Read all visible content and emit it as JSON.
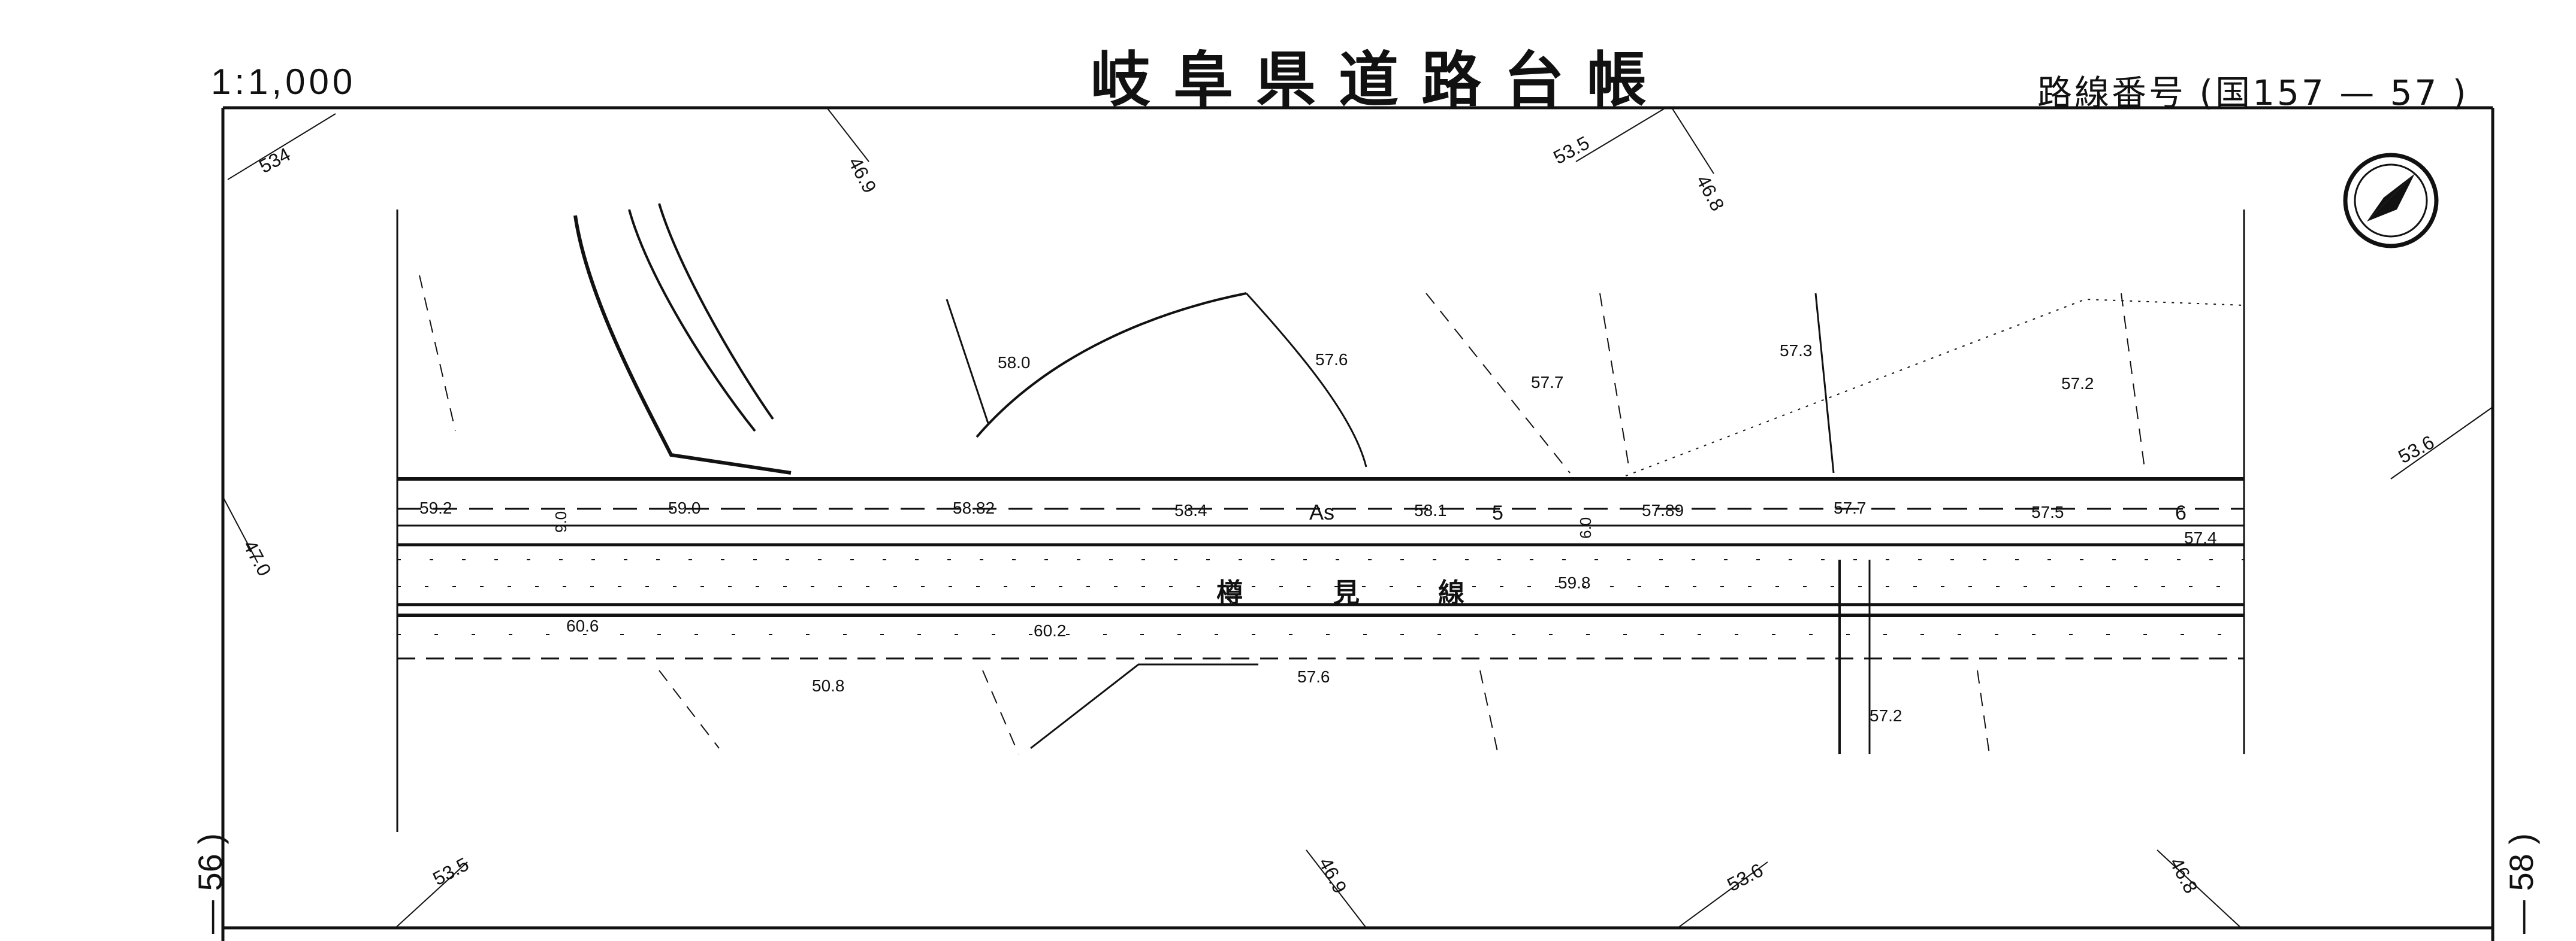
{
  "header": {
    "scale": "1:1,000",
    "title": "岐阜県道路台帳",
    "route_number": "路線番号 (国157 — 57 )"
  },
  "sheet_numbers": {
    "left": "— 56 )",
    "right": "— 58 )"
  },
  "road_name": [
    "樽",
    "見",
    "線"
  ],
  "surface_label": "As",
  "north_arrow": "north-arrow-icon",
  "contour_labels": [
    "534",
    "46.9",
    "53.5",
    "46.8",
    "47.0",
    "53.6",
    "53.5",
    "46.9",
    "53.6",
    "46.8"
  ],
  "elevations": [
    "58.0",
    "57.6",
    "57.7",
    "57.3",
    "57.2",
    "59.2",
    "59.0",
    "58.82",
    "58.4",
    "58.1",
    "57.89",
    "57.7",
    "57.5",
    "57.4",
    "59.8",
    "60.6",
    "60.2",
    "50.8",
    "57.6",
    "57.2"
  ],
  "marks": {
    "five": "5",
    "six": "6",
    "width_a": "9.0",
    "width_b": "6.0"
  }
}
